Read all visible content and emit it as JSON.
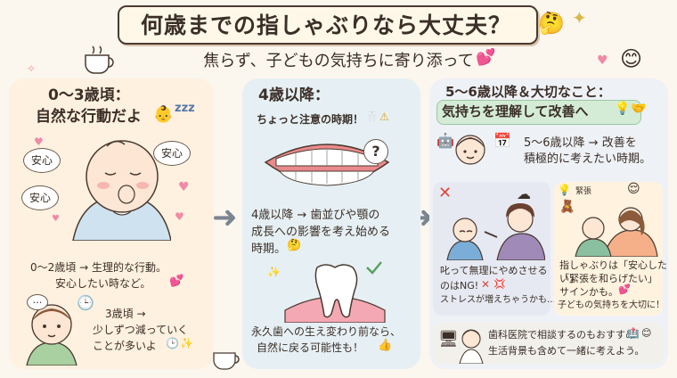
{
  "header": {
    "title": "何歳までの指しゃぶりなら大丈夫？",
    "subtitle": "焦らず、子どもの気持ちに寄り添って"
  },
  "panel1": {
    "heading_line1": "0〜3歳頃：",
    "heading_line2": "自然な行動だよ",
    "bubble_anshin": "安心",
    "text_a_line1": "0〜2歳頃 → 生理的な行動。",
    "text_a_line2": "安心したい時など。",
    "text_b_line1": "3歳頃 →",
    "text_b_line2": "少しずつ減っていく",
    "text_b_line3": "ことが多いよ",
    "speech": "…"
  },
  "panel2": {
    "heading": "4歳以降：",
    "subheading": "ちょっと注意の時期！",
    "question_mark": "?",
    "text_a_line1": "4歳以降 → 歯並びや顎の",
    "text_a_line2": "成長への影響を考え始める",
    "text_a_line3": "時期。",
    "text_b_line1": "永久歯への生え変わり前なら、",
    "text_b_line2": "自然に戻る可能性も！"
  },
  "panel3": {
    "heading_line1": "5〜6歳以降＆大切なこと：",
    "heading_line2": "気持ちを理解して改善へ",
    "text_top_line1": "5〜6歳以降 → 改善を",
    "text_top_line2": "積極的に考えたい時期。",
    "tense_label": "緊張",
    "left_line1": "叱って無理にやめさせる",
    "left_line2": "のはNG!",
    "left_line3": "ストレスが増えちゃうかも…",
    "right_line1": "指しゃぶりは「安心したい」",
    "right_line2": "「緊張を和らげたい」",
    "right_line3": "サインかも。",
    "right_line4": "子どもの気持ちを大切に！",
    "bottom_line1": "歯科医院で相談するのもおすすめ！",
    "bottom_line2": "生活背景も含めて一緒に考えよう。"
  },
  "colors": {
    "accent_red": "#e0463c",
    "heart_pink": "#f08aa6",
    "ribbon_green": "#d4ecd6"
  }
}
